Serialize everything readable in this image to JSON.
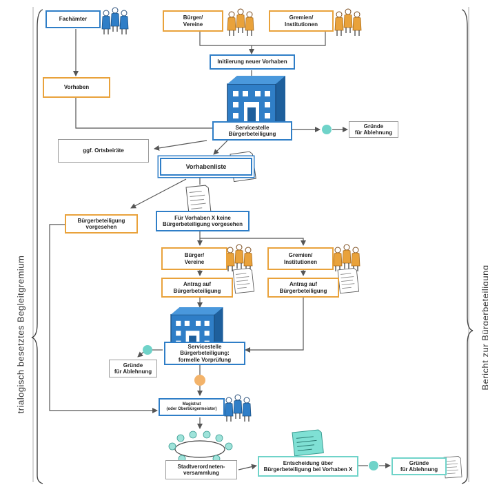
{
  "side": {
    "left_label": "trialogisch besetztes Begleitgremium",
    "right_label": "Bericht zur Bürgerbeteiligung"
  },
  "nodes": {
    "fachaemter": "Fachämter",
    "buerger_vereine_top": "Bürger/\nVereine",
    "gremien_top": "Gremien/\nInstitutionen",
    "initiierung": "Initiierung neuer Vorhaben",
    "vorhaben": "Vorhaben",
    "servicestelle": "Servicestelle\nBürgerbeteiligung",
    "gruende_1": "Gründe\nfür Ablehnung",
    "ortsbeiraete": "ggf. Ortsbeiräte",
    "vorhabenliste": "Vorhabenliste",
    "bb_vorgesehen": "Bürgerbeteiligung\nvorgesehen",
    "keine_bb": "Für Vorhaben X keine\nBürgerbeteiligung vorgesehen",
    "buerger_vereine_mid": "Bürger/\nVereine",
    "gremien_mid": "Gremien/\nInstitutionen",
    "antrag_1": "Antrag auf\nBürgerbeteiligung",
    "antrag_2": "Antrag auf\nBürgerbeteiligung",
    "servicestelle_pruefung": "Servicestelle\nBürgerbeteiligung:\nformelle Vorprüfung",
    "gruende_2": "Gründe\nfür Ablehnung",
    "magistrat": "Magistrat\n(oder Oberbürgermeister)",
    "stadtverordneten": "Stadtverordneten-\nversammlung",
    "entscheidung": "Entscheidung über\nBürgerbeteiligung bei Vorhaben X",
    "gruende_3": "Gründe\nfür Ablehnung"
  },
  "colors": {
    "orange": "#e9a23b",
    "blue": "#2f7ec7",
    "teal": "#6fd3c9",
    "gray": "#9a9a9a",
    "line": "#555555",
    "building": "#2f7ec7"
  },
  "icons": [
    "people-blue-icon",
    "people-orange-icon",
    "building-icon",
    "document-icon",
    "meeting-table-icon"
  ]
}
